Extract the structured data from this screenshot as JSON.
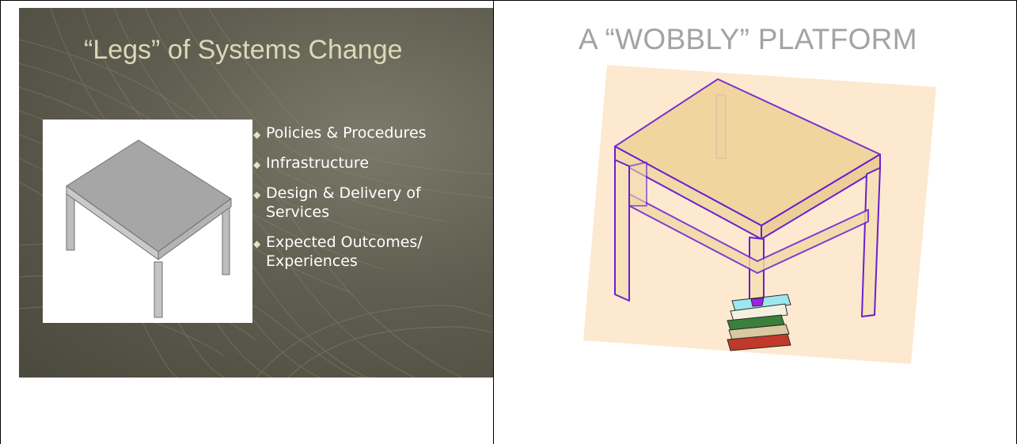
{
  "left_slide": {
    "title": "“Legs” of Systems Change",
    "bullets": [
      {
        "text": "Policies & Procedures"
      },
      {
        "text": "Infrastructure"
      },
      {
        "text": "Design & Delivery of",
        "continuation": "Services"
      },
      {
        "text": "Expected Outcomes/",
        "continuation": "Experiences"
      }
    ],
    "bullet_glyph": "◆",
    "image": "gray-table-icon"
  },
  "right_panel": {
    "title": "A “WOBBLY” PLATFORM",
    "image": "wobbly-table-on-books-icon"
  },
  "colors": {
    "slide_background": "#5f5e50",
    "slide_title": "#dcd8b8",
    "right_title": "#a3a3a3",
    "table_outline": "#6a1fd0",
    "table_fill": "#f2d9a8"
  }
}
